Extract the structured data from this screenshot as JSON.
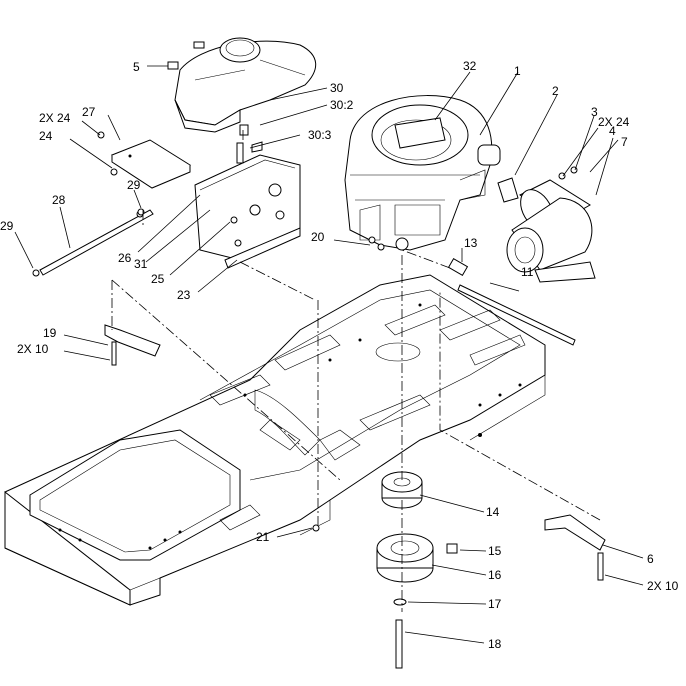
{
  "diagram": {
    "callouts": [
      {
        "id": "c1",
        "text": "1"
      },
      {
        "id": "c2",
        "text": "2"
      },
      {
        "id": "c3",
        "text": "3"
      },
      {
        "id": "c2x24a",
        "text": "2X 24"
      },
      {
        "id": "c4",
        "text": "4"
      },
      {
        "id": "c7",
        "text": "7"
      },
      {
        "id": "c32",
        "text": "32"
      },
      {
        "id": "c5",
        "text": "5"
      },
      {
        "id": "c30",
        "text": "30"
      },
      {
        "id": "c30-2",
        "text": "30:2"
      },
      {
        "id": "c30-3",
        "text": "30:3"
      },
      {
        "id": "c2x24b",
        "text": "2X 24"
      },
      {
        "id": "c27",
        "text": "27"
      },
      {
        "id": "c24",
        "text": "24"
      },
      {
        "id": "c29a",
        "text": "29"
      },
      {
        "id": "c28",
        "text": "28"
      },
      {
        "id": "c29b",
        "text": "29"
      },
      {
        "id": "c26",
        "text": "26"
      },
      {
        "id": "c31",
        "text": "31"
      },
      {
        "id": "c25",
        "text": "25"
      },
      {
        "id": "c23",
        "text": "23"
      },
      {
        "id": "c20",
        "text": "20"
      },
      {
        "id": "c13",
        "text": "13"
      },
      {
        "id": "c11",
        "text": "11"
      },
      {
        "id": "c19",
        "text": "19"
      },
      {
        "id": "c2x10a",
        "text": "2X 10"
      },
      {
        "id": "c21",
        "text": "21"
      },
      {
        "id": "c14",
        "text": "14"
      },
      {
        "id": "c15",
        "text": "15"
      },
      {
        "id": "c16",
        "text": "16"
      },
      {
        "id": "c17",
        "text": "17"
      },
      {
        "id": "c18",
        "text": "18"
      },
      {
        "id": "c6",
        "text": "6"
      },
      {
        "id": "c2x10b",
        "text": "2X 10"
      }
    ]
  }
}
